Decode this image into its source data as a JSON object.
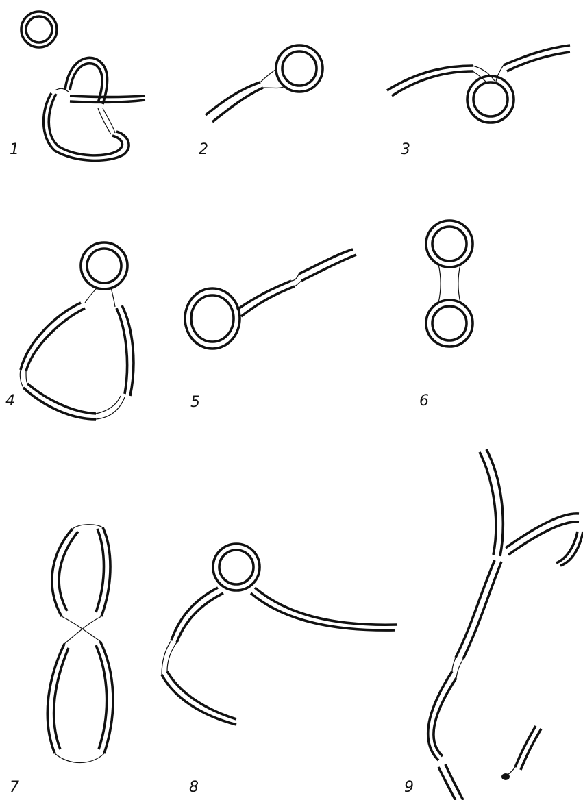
{
  "figure": {
    "panels": [
      {
        "id": "panel-1",
        "label": "1"
      },
      {
        "id": "panel-2",
        "label": "2"
      },
      {
        "id": "panel-3",
        "label": "3"
      },
      {
        "id": "panel-4",
        "label": "4"
      },
      {
        "id": "panel-5",
        "label": "5"
      },
      {
        "id": "panel-6",
        "label": "6"
      },
      {
        "id": "panel-7",
        "label": "7"
      },
      {
        "id": "panel-8",
        "label": "8"
      },
      {
        "id": "panel-9",
        "label": "9"
      }
    ],
    "colors": {
      "ink": "#111111",
      "paper": "#ffffff"
    }
  }
}
